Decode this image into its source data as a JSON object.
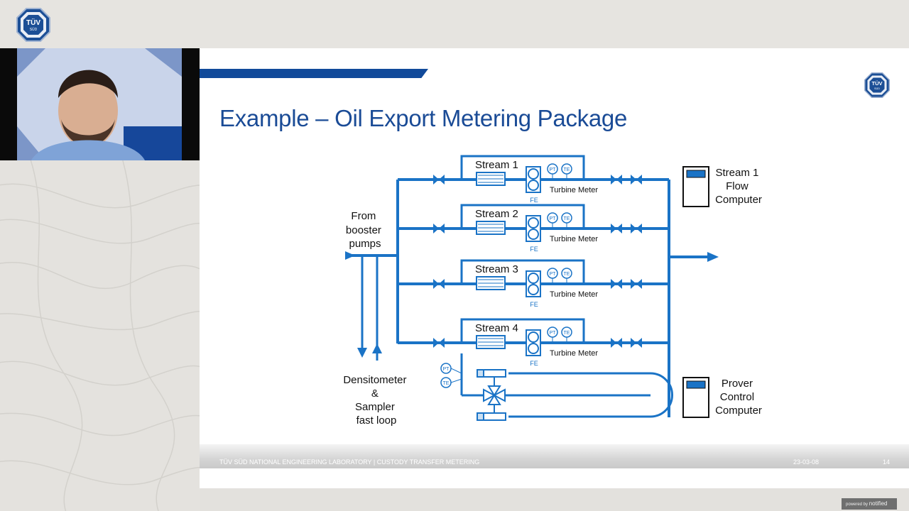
{
  "logo": {
    "line1": "TÜV",
    "line2": "SÜD"
  },
  "slide": {
    "title": "Example – Oil Export Metering Package",
    "footer_left": "TÜV SÜD NATIONAL ENGINEERING LABORATORY | CUSTODY TRANSFER METERING",
    "footer_date": "23-03-08",
    "footer_page": "14"
  },
  "diagram": {
    "inlet_label": [
      "From",
      "booster",
      "pumps"
    ],
    "streams": [
      {
        "label": "Stream 1",
        "meter": "Turbine Meter",
        "fe": "FE",
        "pt": "PT",
        "te": "TE"
      },
      {
        "label": "Stream 2",
        "meter": "Turbine Meter",
        "fe": "FE",
        "pt": "PT",
        "te": "TE"
      },
      {
        "label": "Stream 3",
        "meter": "Turbine Meter",
        "fe": "FE",
        "pt": "PT",
        "te": "TE"
      },
      {
        "label": "Stream 4",
        "meter": "Turbine Meter",
        "fe": "FE",
        "pt": "PT",
        "te": "TE"
      }
    ],
    "densitometer_label": [
      "Densitometer",
      "&",
      "Sampler",
      "fast loop"
    ],
    "flow_computer_label": [
      "Stream 1",
      "Flow",
      "Computer"
    ],
    "prover_computer_label": [
      "Prover",
      "Control",
      "Computer"
    ],
    "prover_pt": "PT",
    "prover_te": "TE"
  },
  "branding": {
    "powered_by": "powered by",
    "brand": "notified"
  },
  "colors": {
    "pipe": "#1a73c6",
    "title": "#1a4b96",
    "bar": "#114a9a"
  }
}
